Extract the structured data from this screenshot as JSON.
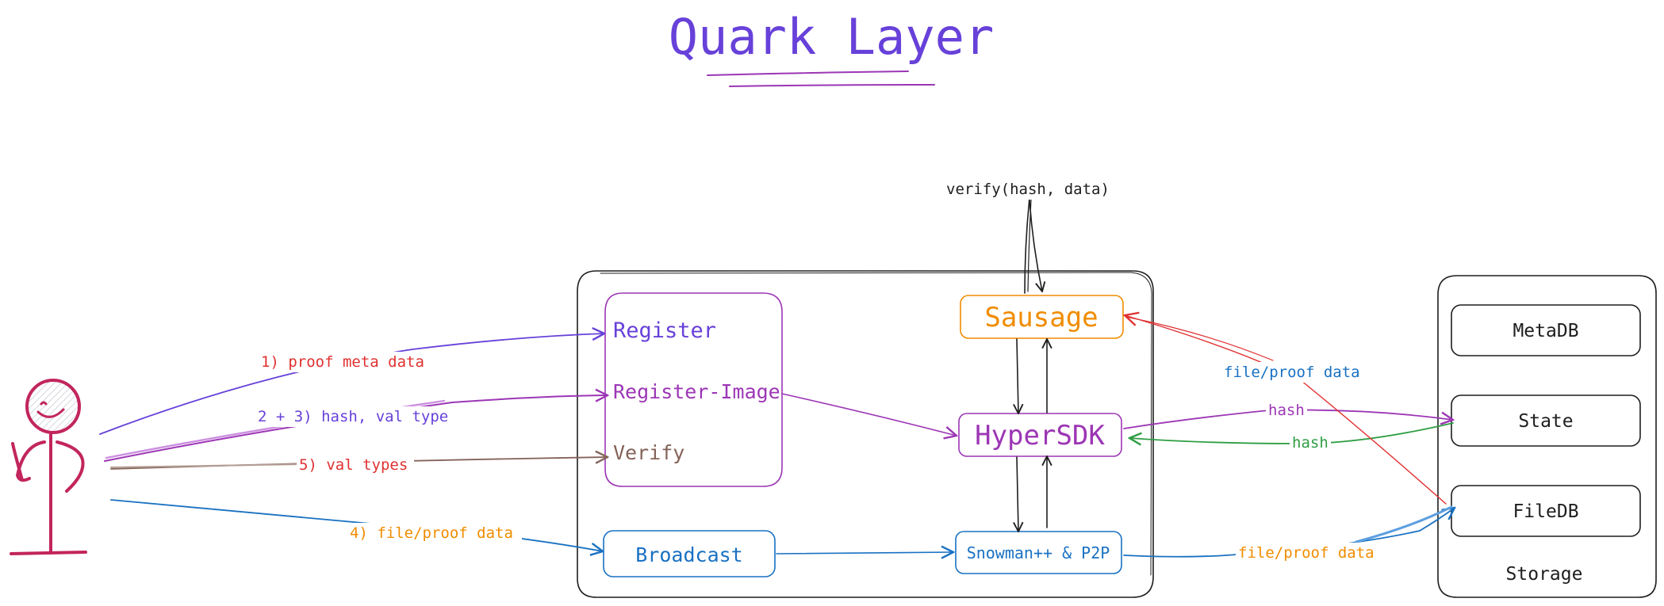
{
  "title": "Quark Layer",
  "colors": {
    "title": "#6741d9",
    "register": "#6741d9",
    "register_image": "#9c36b5",
    "verify": "#846358",
    "broadcast": "#1971c2",
    "sausage": "#f08c00",
    "hypersdk": "#9c36b5",
    "snowman": "#1971c2",
    "label_red": "#e03131",
    "label_orange": "#f08c00",
    "label_blue": "#1971c2",
    "label_purple": "#9c36b5",
    "label_green": "#2f9e44",
    "actor": "#c2255c",
    "ink": "#1e1e1e"
  },
  "nodes": {
    "register": "Register",
    "register_image": "Register-Image",
    "verify": "Verify",
    "broadcast": "Broadcast",
    "sausage": "Sausage",
    "hypersdk": "HyperSDK",
    "snowman": "Snowman++ & P2P"
  },
  "storage": {
    "label": "Storage",
    "items": [
      "MetaDB",
      "State",
      "FileDB"
    ]
  },
  "edge_labels": {
    "proof_meta": "1) proof meta data",
    "hash_val_type": "2 + 3) hash, val type",
    "val_types": "5) val types",
    "file_proof_left": "4) file/proof data",
    "verify_call": "verify(hash, data)",
    "file_proof_filedb_sausage": "file/proof data",
    "hash_to_state": "hash",
    "hash_from_state": "hash",
    "file_proof_snowman": "file/proof data"
  },
  "actor": {
    "icon": "stick-figure-user-icon"
  }
}
